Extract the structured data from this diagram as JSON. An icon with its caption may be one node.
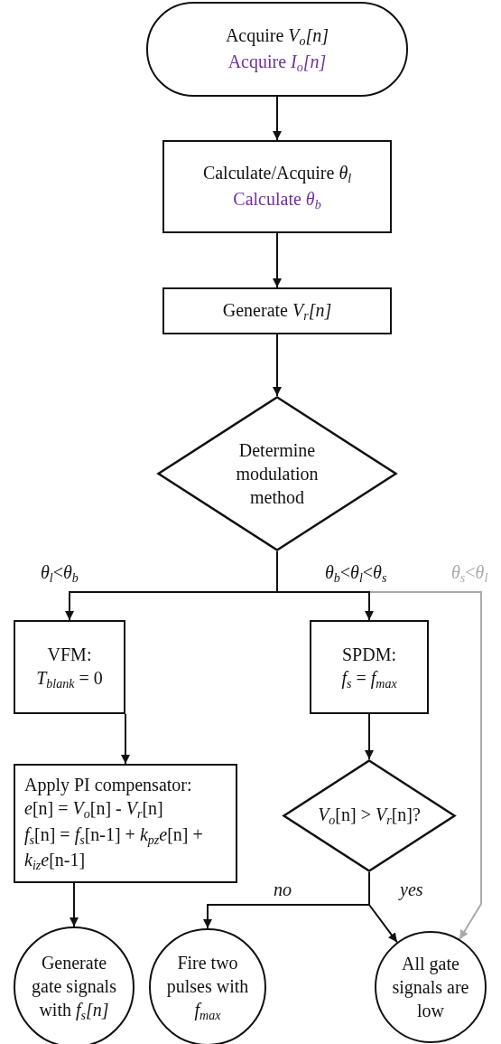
{
  "diagram": {
    "nodes": [
      {
        "text": [
          "Acquire *V*$_{o}$*[n]*",
          "Acquire *I*$_{o}$*[n]*"
        ]
      },
      {
        "text": [
          "Calculate/Acquire *θ*$_{l}$",
          "Calculate *θ*$_{b}$"
        ]
      },
      {
        "text": [
          "Generate *V*$_{r}$*[n]*"
        ]
      },
      {
        "text": [
          "Determine modulation method"
        ]
      },
      {
        "text": [
          "VFM:",
          "*T*$_{blank}$ = 0"
        ]
      },
      {
        "text": [
          "SPDM:",
          "*f*$_{s}$ = *f*$_{max}$"
        ]
      },
      {
        "text": [
          "Apply PI compensator:",
          "*e*[n] = *V*$_{o}$[n] - *V*$_{r}$[n]",
          "*f*$_{s}$[n] = *f*$_{s}$[n-1] + *k*$_{pz}$*e*[n] + *k*$_{iz}$*e*[n-1]"
        ]
      },
      {
        "text": [
          "*V*$_{o}$[n] > *V*$_{r}$[n]?"
        ]
      },
      {
        "text": [
          "Generate gate signals with *f*$_{s}$*[n]*"
        ]
      },
      {
        "text": [
          "Fire two pulses with *f*$_{max}$"
        ]
      },
      {
        "text": [
          "All gate signals are low"
        ]
      }
    ],
    "edges": [
      {
        "from": 0,
        "to": 1,
        "arrow": "to"
      },
      {
        "from": 1,
        "to": 2,
        "arrow": "to"
      },
      {
        "from": 2,
        "to": 3,
        "arrow": "to"
      },
      {
        "from": 3,
        "to": 4,
        "arrow": "to",
        "label": "*θ*$_{l}$<*θ*$_{b}$"
      },
      {
        "from": 3,
        "to": 5,
        "arrow": "to",
        "label": "*θ*$_{b}$<*θ*$_{l}$<*θ*$_{s}$"
      },
      {
        "from": 3,
        "to": 10,
        "arrow": "to",
        "label": "*θ*$_{s}$<*θ*$_{l}$",
        "color": "#aaaaaa"
      },
      {
        "from": 4,
        "to": 6,
        "arrow": "to"
      },
      {
        "from": 5,
        "to": 7,
        "arrow": "to"
      },
      {
        "from": 6,
        "to": 8,
        "arrow": "to"
      },
      {
        "from": 7,
        "to": 9,
        "arrow": "to",
        "label": "no"
      },
      {
        "from": 7,
        "to": 10,
        "arrow": "to",
        "label": "yes"
      }
    ]
  }
}
